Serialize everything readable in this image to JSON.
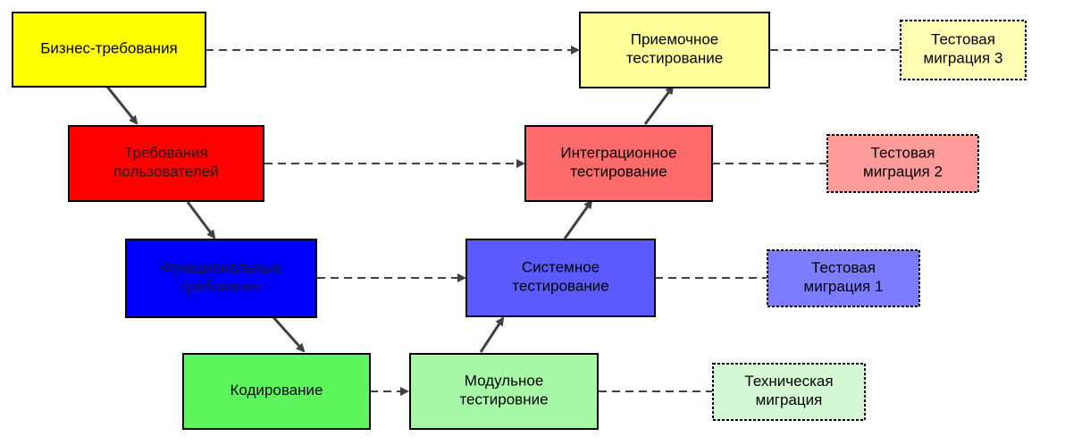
{
  "nodes": {
    "business_req": {
      "lines": [
        "Бизнес-требования"
      ],
      "fill": "#FFFF00",
      "text_color": "#000000",
      "dashed": false
    },
    "user_req": {
      "lines": [
        "Требования",
        "пользователей"
      ],
      "fill": "#FF0000",
      "text_color": "#1a1a1a",
      "dashed": false
    },
    "func_req": {
      "lines": [
        "Функциональные",
        "требования"
      ],
      "fill": "#0000FF",
      "text_color": "#1a1a33",
      "dashed": false
    },
    "coding": {
      "lines": [
        "Кодирование"
      ],
      "fill": "#5CF55C",
      "text_color": "#000000",
      "dashed": false
    },
    "unit_test": {
      "lines": [
        "Модульное",
        "тестировние"
      ],
      "fill": "#A6F7A6",
      "text_color": "#000000",
      "dashed": false
    },
    "system_test": {
      "lines": [
        "Системное",
        "тестирование"
      ],
      "fill": "#5A5AFF",
      "text_color": "#000000",
      "dashed": false
    },
    "integ_test": {
      "lines": [
        "Интеграционное",
        "тестирование"
      ],
      "fill": "#FF6B6B",
      "text_color": "#000000",
      "dashed": false
    },
    "accept_test": {
      "lines": [
        "Приемочное",
        "тестирование"
      ],
      "fill": "#FFFF99",
      "text_color": "#000000",
      "dashed": false
    },
    "mig3": {
      "lines": [
        "Тестовая",
        "миграция 3"
      ],
      "fill": "#FFFFB3",
      "text_color": "#000000",
      "dashed": true
    },
    "mig2": {
      "lines": [
        "Тестовая",
        "миграция 2"
      ],
      "fill": "#FF9B9B",
      "text_color": "#000000",
      "dashed": true
    },
    "mig1": {
      "lines": [
        "Тестовая",
        "миграция 1"
      ],
      "fill": "#7C7CFF",
      "text_color": "#000000",
      "dashed": true
    },
    "tech_mig": {
      "lines": [
        "Техническая",
        "миграция"
      ],
      "fill": "#D4F8D4",
      "text_color": "#000000",
      "dashed": true
    }
  },
  "edges": [
    {
      "from": "business_req",
      "to": "user_req",
      "style": "solid"
    },
    {
      "from": "user_req",
      "to": "func_req",
      "style": "solid"
    },
    {
      "from": "func_req",
      "to": "coding",
      "style": "solid"
    },
    {
      "from": "coding",
      "to": "unit_test",
      "style": "dashed"
    },
    {
      "from": "unit_test",
      "to": "system_test",
      "style": "solid"
    },
    {
      "from": "system_test",
      "to": "integ_test",
      "style": "solid"
    },
    {
      "from": "integ_test",
      "to": "accept_test",
      "style": "solid"
    },
    {
      "from": "business_req",
      "to": "accept_test",
      "style": "dashed"
    },
    {
      "from": "user_req",
      "to": "integ_test",
      "style": "dashed"
    },
    {
      "from": "func_req",
      "to": "system_test",
      "style": "dashed"
    },
    {
      "from": "accept_test",
      "to": "mig3",
      "style": "dashed-line"
    },
    {
      "from": "integ_test",
      "to": "mig2",
      "style": "dashed-line"
    },
    {
      "from": "system_test",
      "to": "mig1",
      "style": "dashed-line"
    },
    {
      "from": "unit_test",
      "to": "tech_mig",
      "style": "dashed-line"
    }
  ]
}
